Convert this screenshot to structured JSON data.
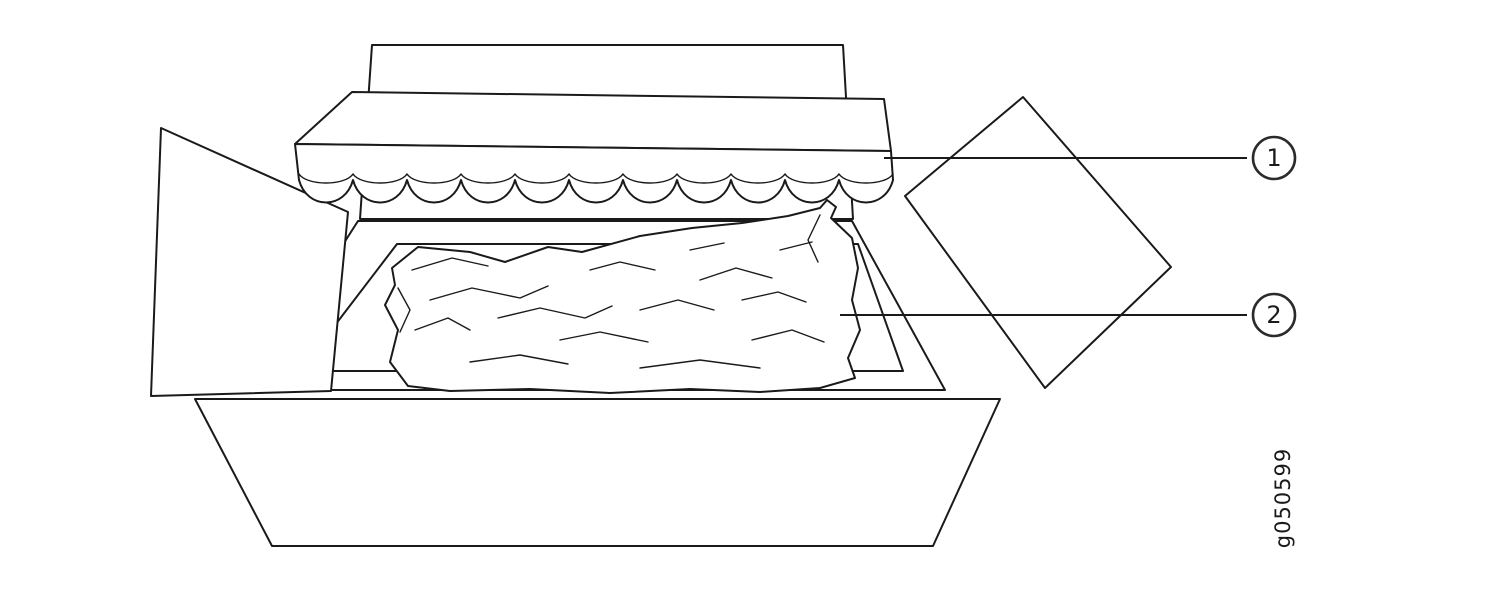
{
  "figure": {
    "id": "g050599",
    "description": "Open shipping carton with scalloped packing foam insert and device wrapped in antistatic bag",
    "callouts": [
      {
        "number": "1",
        "target": "packing-foam"
      },
      {
        "number": "2",
        "target": "wrapped-device"
      }
    ]
  },
  "colors": {
    "line": "#1a1a1a",
    "foam_fill": "#d7dbe1",
    "bag_fill": "#e9e9e9",
    "background": "#ffffff"
  }
}
